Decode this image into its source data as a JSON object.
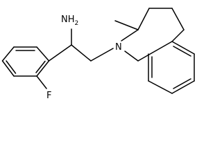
{
  "labels": {
    "amine": "NH",
    "amine_subscript": "2",
    "nitrogen": "N",
    "fluorine": "F"
  },
  "colors": {
    "bond": "#000000",
    "background": "#ffffff"
  }
}
